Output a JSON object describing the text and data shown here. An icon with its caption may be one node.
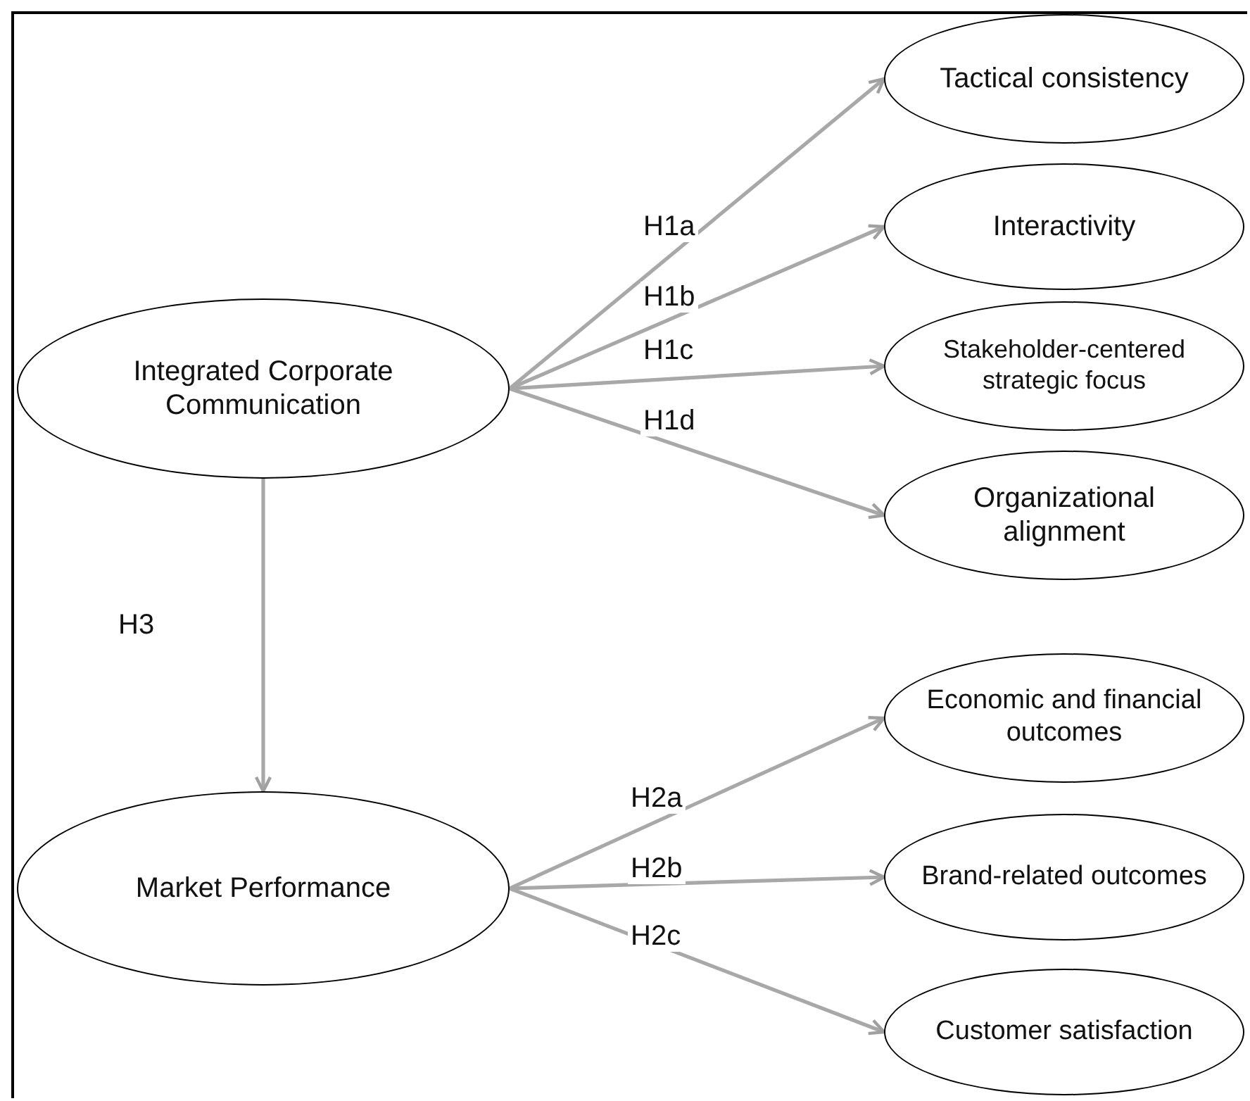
{
  "diagram": {
    "nodes": [
      {
        "text": [
          "Integrated Corporate Communication"
        ]
      },
      {
        "text": [
          "Tactical consistency"
        ]
      },
      {
        "text": [
          "Interactivity"
        ]
      },
      {
        "text": [
          "Stakeholder-centered strategic focus"
        ]
      },
      {
        "text": [
          "Organizational alignment"
        ]
      },
      {
        "text": [
          "Economic and financial outcomes"
        ]
      },
      {
        "text": [
          "Brand-related outcomes"
        ]
      },
      {
        "text": [
          "Customer satisfaction"
        ]
      },
      {
        "text": [
          "Market Performance"
        ]
      }
    ],
    "edges": [
      {
        "from": 0,
        "to": 1,
        "arrow": "to",
        "label": "H1a"
      },
      {
        "from": 0,
        "to": 2,
        "arrow": "to",
        "label": "H1b"
      },
      {
        "from": 0,
        "to": 3,
        "arrow": "to",
        "label": "H1c"
      },
      {
        "from": 0,
        "to": 4,
        "arrow": "to",
        "label": "H1d"
      },
      {
        "from": 0,
        "to": 8,
        "arrow": "to",
        "label": "H3"
      },
      {
        "from": 8,
        "to": 5,
        "arrow": "to",
        "label": "H2a"
      },
      {
        "from": 8,
        "to": 6,
        "arrow": "to",
        "label": "H2b"
      },
      {
        "from": 8,
        "to": 7,
        "arrow": "to",
        "label": "H2c"
      }
    ]
  }
}
